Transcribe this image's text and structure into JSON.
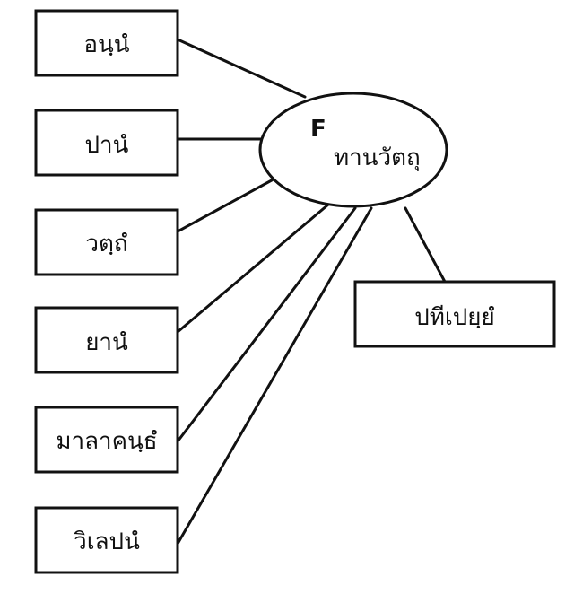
{
  "center": {
    "mark": "F",
    "label": "ทานวัตถุ"
  },
  "left_items": [
    {
      "label": "อนฺนํ"
    },
    {
      "label": "ปานํ"
    },
    {
      "label": "วตฺถํ"
    },
    {
      "label": "ยานํ"
    },
    {
      "label": "มาลาคนฺธํ"
    },
    {
      "label": "วิเลปนํ"
    }
  ],
  "right_item": {
    "label": "ปทีเปยฺยํ"
  },
  "colors": {
    "ink": "#111111",
    "paper": "#ffffff"
  }
}
